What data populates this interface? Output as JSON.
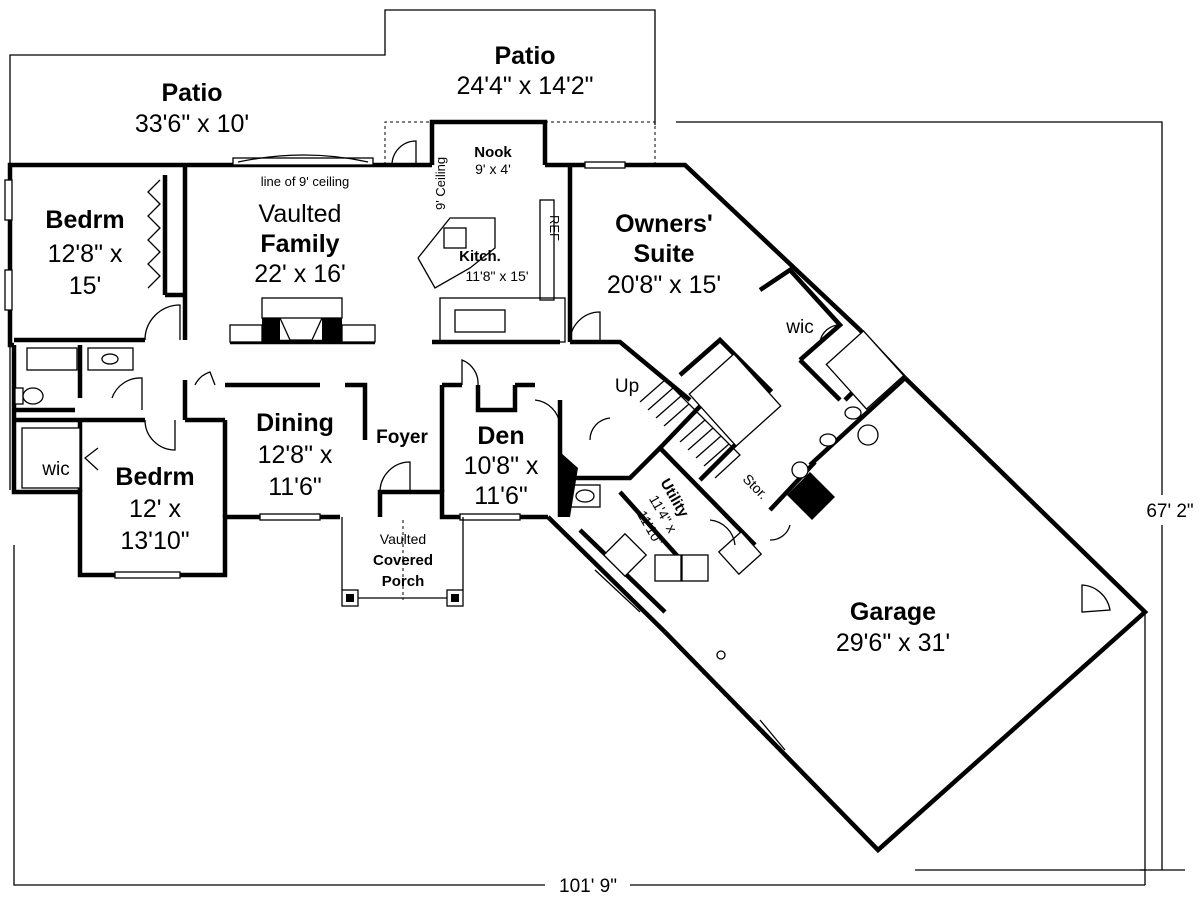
{
  "rooms": {
    "patio_left": {
      "name": "Patio",
      "size": "33'6\" x 10'"
    },
    "patio_right": {
      "name": "Patio",
      "size": "24'4\" x 14'2\""
    },
    "nook": {
      "name": "Nook",
      "size": "9' x 4'"
    },
    "ceiling_note_nook": "9' Ceiling",
    "ceiling_note_family": "line of 9' ceiling",
    "family": {
      "line1": "Vaulted",
      "name": "Family",
      "size": "22' x 16'"
    },
    "kitchen": {
      "name": "Kitch.",
      "size": "11'8\" x 15'"
    },
    "owners_suite": {
      "line1": "Owners'",
      "line2": "Suite",
      "size": "20'8\" x 15'"
    },
    "bedroom_top": {
      "name": "Bedrm",
      "size_line1": "12'8\" x",
      "size_line2": "15'"
    },
    "bedroom_bottom": {
      "name": "Bedrm",
      "size_line1": "12' x",
      "size_line2": "13'10\""
    },
    "wic_left": "wic",
    "wic_owner": "wic",
    "dining": {
      "name": "Dining",
      "size_line1": "12'8\" x",
      "size_line2": "11'6\""
    },
    "foyer": "Foyer",
    "den": {
      "name": "Den",
      "size_line1": "10'8\" x",
      "size_line2": "11'6\""
    },
    "porch": {
      "line1": "Vaulted",
      "line2": "Covered",
      "line3": "Porch"
    },
    "utility": {
      "name": "Utility",
      "size_line1": "11'4\" x",
      "size_line2": "11'10\""
    },
    "storage": "Stor.",
    "stairs": "Up",
    "garage": {
      "name": "Garage",
      "size": "29'6\" x 31'"
    },
    "refrigerator": "REF"
  },
  "dimensions": {
    "total_width": "101' 9\"",
    "total_depth": "67' 2\""
  }
}
